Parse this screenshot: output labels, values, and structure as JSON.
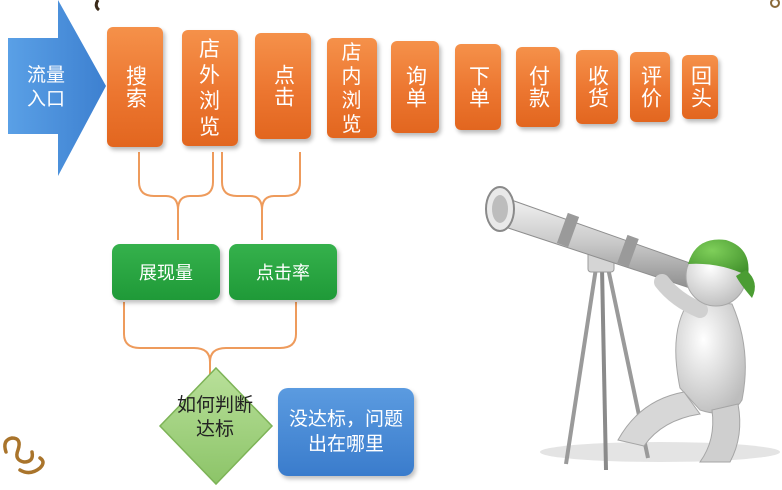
{
  "entry": {
    "label": "流量入口"
  },
  "steps": [
    {
      "id": "search",
      "label": "搜索"
    },
    {
      "id": "external-browse",
      "label": "店外浏览"
    },
    {
      "id": "click",
      "label": "点击"
    },
    {
      "id": "internal-browse",
      "label": "店内浏览"
    },
    {
      "id": "inquiry",
      "label": "询单"
    },
    {
      "id": "order",
      "label": "下单"
    },
    {
      "id": "payment",
      "label": "付款"
    },
    {
      "id": "receive",
      "label": "收货"
    },
    {
      "id": "review",
      "label": "评价"
    },
    {
      "id": "repurchase",
      "label": "回头"
    }
  ],
  "metrics": {
    "impressions": "展现量",
    "ctr": "点击率"
  },
  "decision": {
    "label": "如何判断达标"
  },
  "problem": {
    "label": "没达标，问题出在哪里"
  },
  "colors": {
    "arrow": "#4a8fd9",
    "step": "#ec7630",
    "metric": "#2aa544",
    "decision": "#9ccf7a",
    "problem": "#4a8bd6",
    "connector": "#ee9b5c"
  }
}
